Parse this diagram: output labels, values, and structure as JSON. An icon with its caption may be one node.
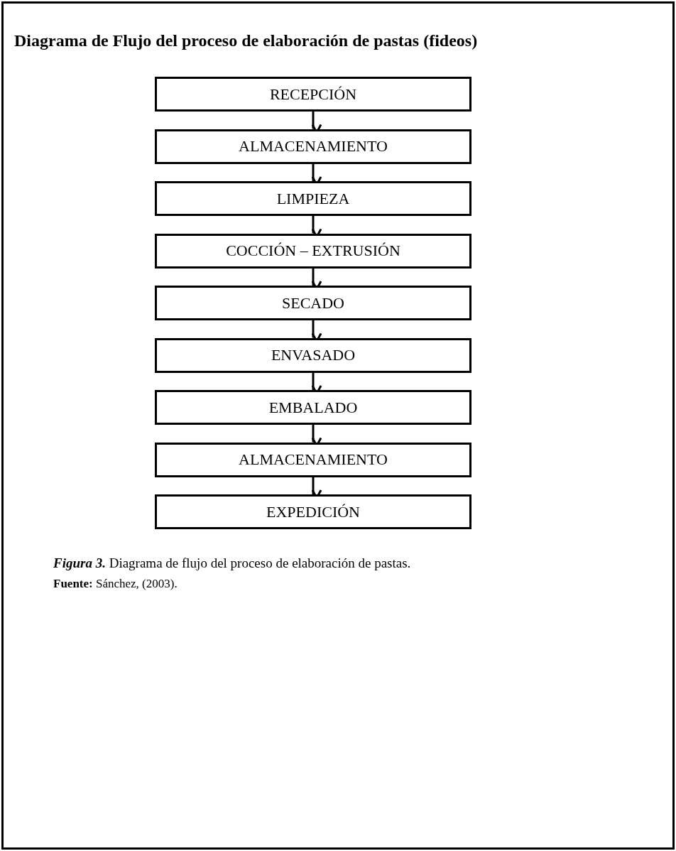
{
  "diagram": {
    "title": "Diagrama de Flujo del proceso de elaboración de pastas (fideos)",
    "caption": "**Figura 3.** Diagrama de flujo del proceso de elaboración de pastas.",
    "nodes": [
      {
        "text": [
          "RECEPCIÓN"
        ]
      },
      {
        "text": [
          "ALMACENAMIENTO"
        ]
      },
      {
        "text": [
          "LIMPIEZA"
        ]
      },
      {
        "text": [
          "COCCIÓN – EXTRUSIÓN"
        ]
      },
      {
        "text": [
          "SECADO"
        ]
      },
      {
        "text": [
          "ENVASADO"
        ]
      },
      {
        "text": [
          "EMBALADO"
        ]
      },
      {
        "text": [
          "ALMACENAMIENTO"
        ]
      },
      {
        "text": [
          "EXPEDICIÓN"
        ]
      }
    ],
    "edges": [
      {
        "from": 0,
        "to": 1,
        "arrow": "to"
      },
      {
        "from": 1,
        "to": 2,
        "arrow": "to"
      },
      {
        "from": 2,
        "to": 3,
        "arrow": "to"
      },
      {
        "from": 3,
        "to": 4,
        "arrow": "to"
      },
      {
        "from": 4,
        "to": 5,
        "arrow": "to"
      },
      {
        "from": 5,
        "to": 6,
        "arrow": "to"
      },
      {
        "from": 6,
        "to": 7,
        "arrow": "to"
      },
      {
        "from": 7,
        "to": 8,
        "arrow": "to"
      }
    ],
    "labels": [
      "**Fuente:** Sánchez, (2003)."
    ]
  }
}
